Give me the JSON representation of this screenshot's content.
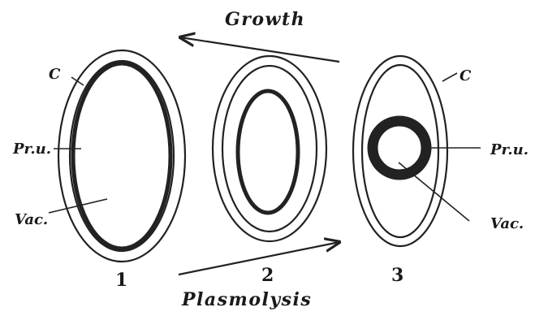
{
  "labels": {
    "top_arrow": "Growth",
    "bottom_arrow": "Plasmolysis",
    "cell1_wall": "C",
    "cell1_protoplasm": "Pr.u.",
    "cell1_vacuole": "Vac.",
    "cell3_wall": "C",
    "cell3_protoplasm": "Pr.u.",
    "cell3_vacuole": "Vac.",
    "fig1": "1",
    "fig2": "2",
    "fig3": "3"
  }
}
